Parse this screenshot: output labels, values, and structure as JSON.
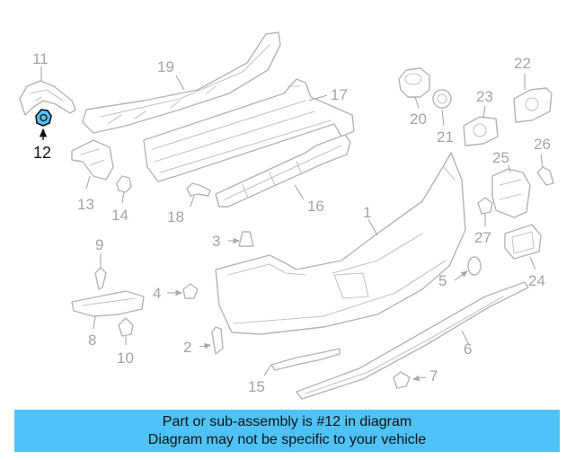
{
  "callouts": [
    "11",
    "12",
    "13",
    "14",
    "19",
    "17",
    "20",
    "21",
    "22",
    "23",
    "25",
    "26",
    "16",
    "18",
    "1",
    "3",
    "9",
    "27",
    "24",
    "4",
    "5",
    "8",
    "2",
    "10",
    "6",
    "7",
    "15"
  ],
  "highlighted_callout": "12",
  "highlight_color": "#56bff0",
  "banner": {
    "line1": "Part or sub-assembly is #12 in diagram",
    "line2": "Diagram may not be specific to your vehicle",
    "color": "#4fc3f7"
  }
}
